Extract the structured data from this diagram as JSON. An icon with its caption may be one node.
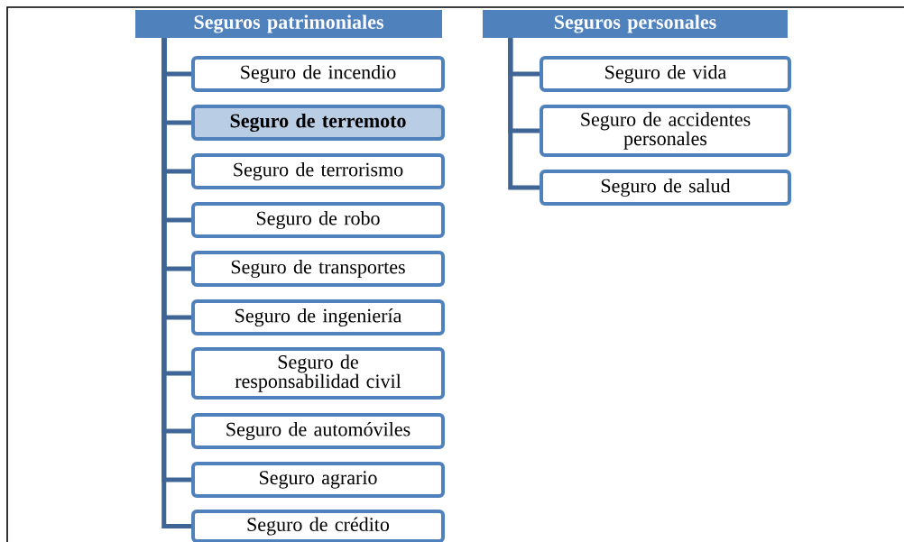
{
  "diagram": {
    "nodes": [
      {
        "text": [
          "Seguros patrimoniales"
        ]
      },
      {
        "text": [
          "Seguro de incendio"
        ]
      },
      {
        "text": [
          "Seguro de terremoto"
        ]
      },
      {
        "text": [
          "Seguro de terrorismo"
        ]
      },
      {
        "text": [
          "Seguro de robo"
        ]
      },
      {
        "text": [
          "Seguro de transportes"
        ]
      },
      {
        "text": [
          "Seguro de ingeniería"
        ]
      },
      {
        "text": [
          "Seguro de responsabilidad civil"
        ]
      },
      {
        "text": [
          "Seguro de automóviles"
        ]
      },
      {
        "text": [
          "Seguro agrario"
        ]
      },
      {
        "text": [
          "Seguro de crédito"
        ]
      },
      {
        "text": [
          "Seguros personales"
        ]
      },
      {
        "text": [
          "Seguro de vida"
        ]
      },
      {
        "text": [
          "Seguro de accidentes personales"
        ]
      },
      {
        "text": [
          "Seguro de salud"
        ]
      }
    ],
    "edges": [
      {
        "from": 0,
        "to": 1,
        "arrow": "none"
      },
      {
        "from": 0,
        "to": 2,
        "arrow": "none"
      },
      {
        "from": 0,
        "to": 3,
        "arrow": "none"
      },
      {
        "from": 0,
        "to": 4,
        "arrow": "none"
      },
      {
        "from": 0,
        "to": 5,
        "arrow": "none"
      },
      {
        "from": 0,
        "to": 6,
        "arrow": "none"
      },
      {
        "from": 0,
        "to": 7,
        "arrow": "none"
      },
      {
        "from": 0,
        "to": 8,
        "arrow": "none"
      },
      {
        "from": 0,
        "to": 9,
        "arrow": "none"
      },
      {
        "from": 0,
        "to": 10,
        "arrow": "none"
      },
      {
        "from": 11,
        "to": 12,
        "arrow": "none"
      },
      {
        "from": 11,
        "to": 13,
        "arrow": "none"
      },
      {
        "from": 11,
        "to": 14,
        "arrow": "none"
      }
    ]
  }
}
